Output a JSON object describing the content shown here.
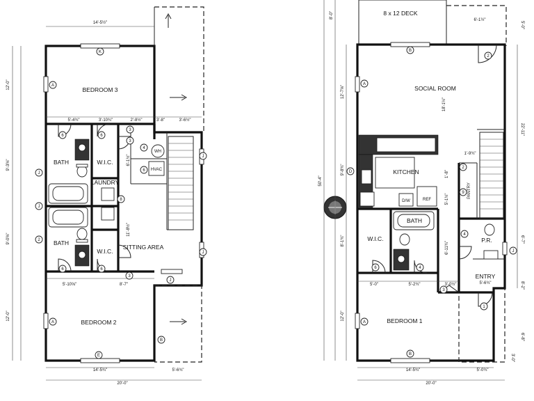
{
  "left_plan": {
    "rooms": {
      "bedroom3": "BEDROOM 3",
      "bath_top": "BATH",
      "wic_top": "W.I.C.",
      "laundry": "LAUNDRY",
      "bath_bottom": "BATH",
      "wic_bottom": "W.I.C.",
      "sitting_area": "SITTING AREA",
      "bedroom2": "BEDROOM 2",
      "wh": "WH",
      "hvac": "HVAC"
    },
    "dimensions": {
      "top_width": "14'-5½\"",
      "bottom_width": "14'-5¾\"",
      "bottom_overall": "20'-0\"",
      "left_top": "12'-0\"",
      "left_mid_top": "9'-3⅜\"",
      "left_mid_bottom": "9'-0⅜\"",
      "left_bottom": "12'-0\"",
      "row_a1": "5'-4¾\"",
      "row_a2": "3'-10¾\"",
      "row_a3": "2'-8½\"",
      "row_a4": "3'-8\"",
      "row_a5": "3'-6½\"",
      "row_b1": "5'-10⅝\"",
      "row_b2": "8'-7\"",
      "bottom_right": "5'-6¾\"",
      "sitting_h": "11'-8½\"",
      "hall_h": "6'-1½\""
    },
    "tags": [
      "K",
      "A",
      "6",
      "6",
      "J",
      "3",
      "6",
      "6",
      "3",
      "4",
      "6",
      "3",
      "2",
      "J",
      "8",
      "A",
      "B",
      "J",
      "J",
      "J",
      "E"
    ]
  },
  "right_plan": {
    "rooms": {
      "deck": "8 x 12 DECK",
      "social_room": "SOCIAL ROOM",
      "kitchen": "KITCHEN",
      "ref": "REF",
      "dw": "D/W",
      "bath": "BATH",
      "wic": "W.I.C.",
      "pantry": "PANTRY",
      "pr": "P.R.",
      "entry": "ENTRY",
      "bedroom1": "BEDROOM 1"
    },
    "dimensions": {
      "deck_dim": "6'-1½\"",
      "right_top": "5'-0\"",
      "left_overall": "50'-4\"",
      "left_deck": "8'-0\"",
      "left_social": "12'-7⅝\"",
      "left_kitchen": "9'-8¾\"",
      "left_bath": "8'-1¾\"",
      "left_bed": "12'-0\"",
      "social_h": "18'-1½\"",
      "right_overall": "22'-11\"",
      "kitchen_h": "1'-8\"",
      "pantry_w": "1'-9¾\"",
      "bath_h": "5'-1½\"",
      "hall_h": "6'-11¾\"",
      "right_67": "6'-7\"",
      "row_1": "5'-0\"",
      "row_2": "5'-2¾\"",
      "row_3": "3'-0½\"",
      "entry_w": "5'-6¾\"",
      "right_82": "8'-2\"",
      "right_68": "6'-8\"",
      "bottom_width": "14'-5¾\"",
      "bottom_right": "5'-0¾\"",
      "bottom_overall": "20'-0\"",
      "right_tiny": "3'-0\""
    },
    "tags": [
      "B",
      "2",
      "A",
      "2",
      "D",
      "4",
      "6",
      "4",
      "3",
      "9",
      "J",
      "1",
      "A",
      "B"
    ]
  }
}
